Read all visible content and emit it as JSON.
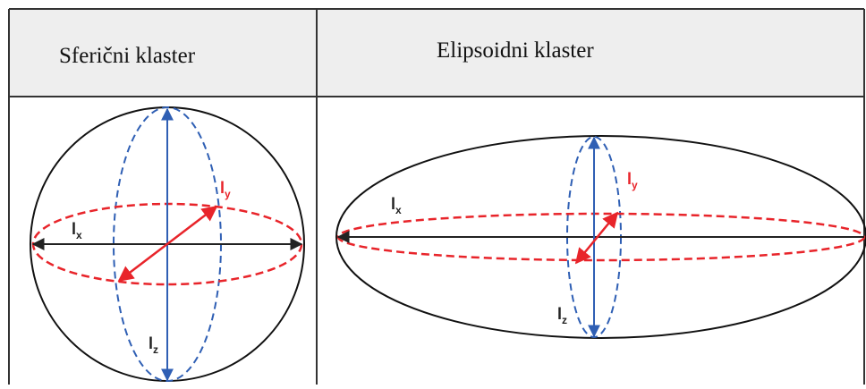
{
  "table": {
    "headers": [
      "Sferični klaster",
      "Elipsoidni klaster"
    ],
    "header_bg": "#eeeeee",
    "border_color": "#333333"
  },
  "spherical": {
    "labels": {
      "x_main": "l",
      "x_sub": "x",
      "y_main": "l",
      "y_sub": "y",
      "z_main": "l",
      "z_sub": "z"
    }
  },
  "ellipsoidal": {
    "labels": {
      "x_main": "l",
      "x_sub": "x",
      "y_main": "l",
      "y_sub": "y",
      "z_main": "l",
      "z_sub": "z"
    }
  },
  "colors": {
    "outline": "#111111",
    "red": "#e8242a",
    "blue": "#2f5fb4",
    "axis": "#222222"
  }
}
